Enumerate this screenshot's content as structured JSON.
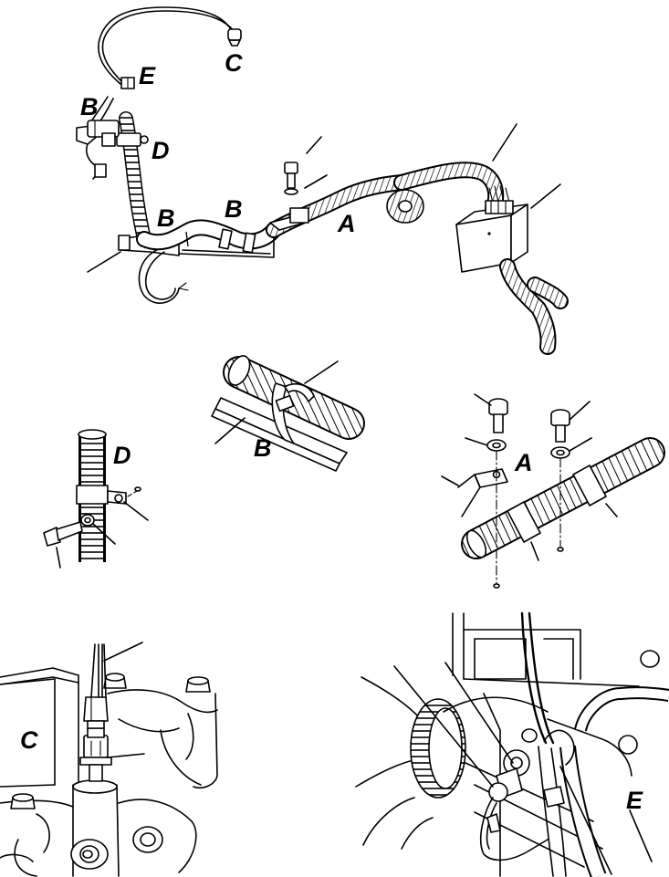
{
  "labels": {
    "a": "A",
    "b": "B",
    "c": "C",
    "d": "D",
    "e": "E"
  },
  "colors": {
    "ink": "#000000",
    "paper": "#ffffff"
  }
}
